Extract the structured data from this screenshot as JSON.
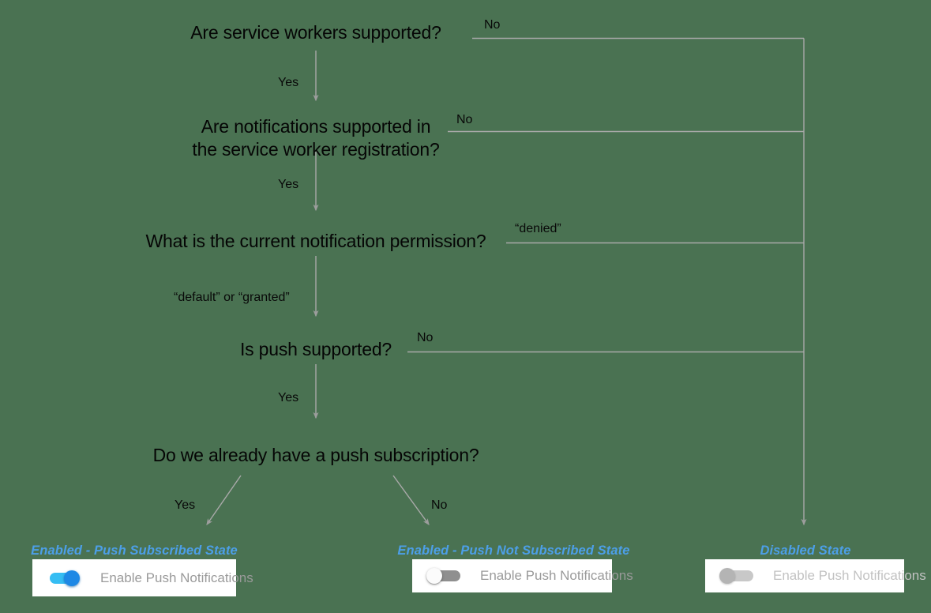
{
  "diagram": {
    "title": "Push notification enablement decision flow",
    "background_color": "#4a7252",
    "wire_color": "#a9a9a9",
    "state_label_color": "#4c9fe8"
  },
  "questions": [
    {
      "id": "q-service-workers",
      "text": "Are service workers supported?"
    },
    {
      "id": "q-notifications-in-sw",
      "text": "Are notifications supported in\nthe service worker registration?"
    },
    {
      "id": "q-permission",
      "text": "What is the current notification permission?"
    },
    {
      "id": "q-push-supported",
      "text": "Is push supported?"
    },
    {
      "id": "q-existing-subscription",
      "text": "Do we already have a push subscription?"
    }
  ],
  "edge_labels": {
    "sw_no": "No",
    "sw_yes": "Yes",
    "notif_no": "No",
    "notif_yes": "Yes",
    "permission_denied": "“denied”",
    "permission_default_granted": "“default” or “granted”",
    "push_no": "No",
    "push_yes": "Yes",
    "subscription_yes": "Yes",
    "subscription_no": "No"
  },
  "outcomes": [
    {
      "id": "outcome-subscribed",
      "state_label": "Enabled - Push Subscribed State",
      "toggle_label": "Enable Push Notifications",
      "toggle_state": "on",
      "disabled": false
    },
    {
      "id": "outcome-not-subscribed",
      "state_label": "Enabled - Push Not Subscribed State",
      "toggle_label": "Enable Push Notifications",
      "toggle_state": "off",
      "disabled": false
    },
    {
      "id": "outcome-disabled",
      "state_label": "Disabled State",
      "toggle_label": "Enable Push Notifications",
      "toggle_state": "off",
      "disabled": true
    }
  ]
}
